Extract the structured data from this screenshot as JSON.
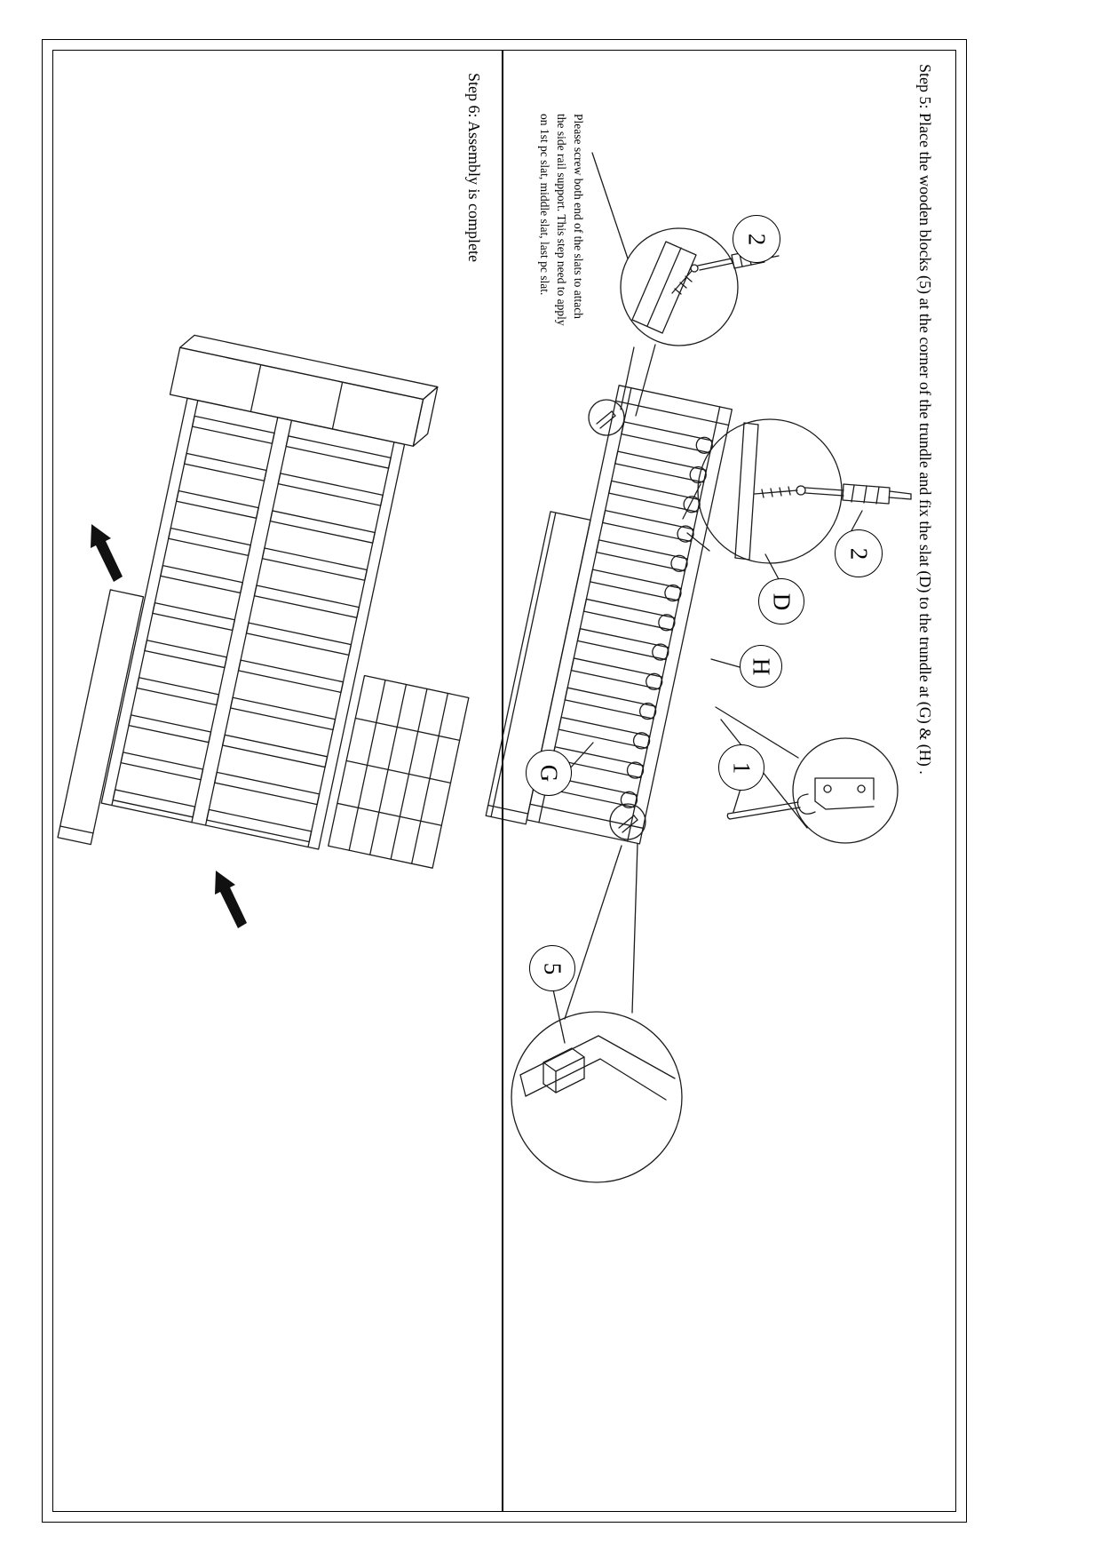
{
  "document": {
    "step5": {
      "title": "Step 5: Place the wooden blocks (5) at the corner of the trundle and fix the slat (D) to the trundle at (G) & (H) .",
      "note": "Please screw both end of the slats to attach\nthe side rail support. This step need to apply\non 1st pc slat, middle slat, last pc slat.",
      "callouts": {
        "screw_top": "2",
        "screw_side": "2",
        "slat": "D",
        "corner_h": "H",
        "pin": "1",
        "side_rail": "G",
        "wooden_block": "5"
      }
    },
    "step6": {
      "title": "Step 6: Assembly is complete"
    }
  }
}
